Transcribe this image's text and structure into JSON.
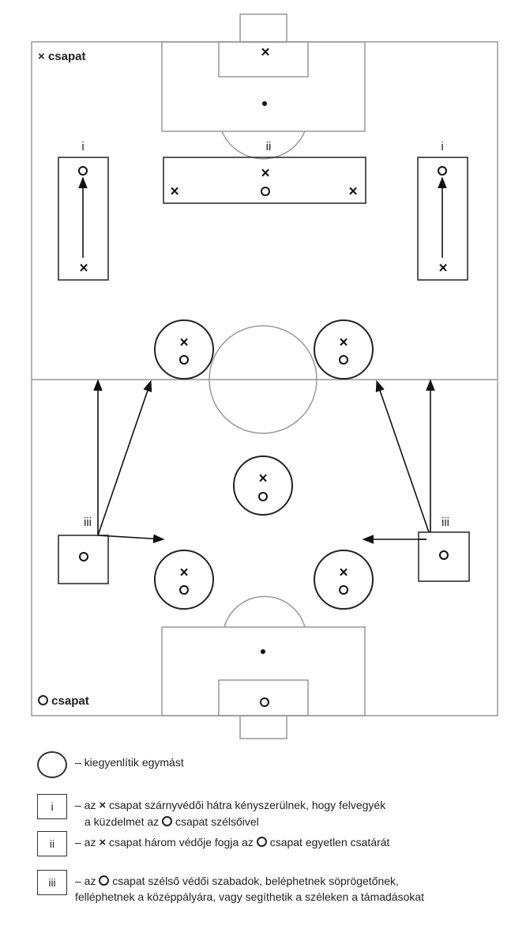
{
  "team_x": {
    "symbol": "×",
    "label": "csapat"
  },
  "team_o": {
    "label": "csapat"
  },
  "zone_labels": {
    "i": "i",
    "ii": "ii",
    "iii": "iii"
  },
  "marker_x": "×",
  "legend": {
    "circle": {
      "text": "– kiegyenlítik egymást"
    },
    "i": {
      "box": "i",
      "line1_pre": "– az",
      "line1_post": "csapat szárnyvédői hátra kényszerülnek, hogy felvegyék",
      "line2_pre": "a küzdelmet az",
      "line2_post": "csapat szélsőivel"
    },
    "ii": {
      "box": "ii",
      "pre": "– az",
      "mid": "csapat három védője fogja az",
      "post": "csapat egyetlen csatárát"
    },
    "iii": {
      "box": "iii",
      "line1_pre": "– az",
      "line1_post": "csapat szélső védői szabadok, beléphetnek söprögetőnek,",
      "line2": "felléphetnek a középpályára, vagy segíthetik a széleken a támadásokat"
    }
  }
}
